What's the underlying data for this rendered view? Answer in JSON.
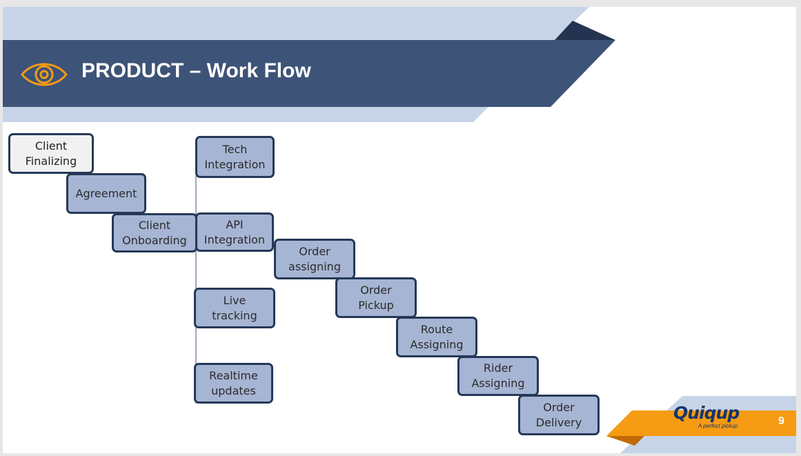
{
  "header": {
    "title": "PRODUCT – Work Flow"
  },
  "icons": {
    "header_icon": "eye-icon"
  },
  "colors": {
    "header_band": "#3e5378",
    "light_band": "#c7d4e8",
    "dark_triangle": "#243450",
    "node_fill": "#a6b5d3",
    "node_border": "#253858",
    "footer_orange": "#f59b14"
  },
  "flow": {
    "nodes": [
      {
        "id": "client-finalizing",
        "label": "Client\nFinalizing"
      },
      {
        "id": "agreement",
        "label": "Agreement"
      },
      {
        "id": "client-onboarding",
        "label": "Client\nOnboarding"
      },
      {
        "id": "tech-integration",
        "label": "Tech\nIntegration"
      },
      {
        "id": "api-integration",
        "label": "API\nIntegration"
      },
      {
        "id": "live-tracking",
        "label": "Live\ntracking"
      },
      {
        "id": "realtime-updates",
        "label": "Realtime\nupdates"
      },
      {
        "id": "order-assigning",
        "label": "Order\nassigning"
      },
      {
        "id": "order-pickup",
        "label": "Order\nPickup"
      },
      {
        "id": "route-assigning",
        "label": "Route\nAssigning"
      },
      {
        "id": "rider-assigning",
        "label": "Rider\nAssigning"
      },
      {
        "id": "order-delivery",
        "label": "Order\nDelivery"
      }
    ]
  },
  "footer": {
    "logo_text": "Quiqup",
    "tagline": "A perfect pickup",
    "page_number": "9"
  }
}
